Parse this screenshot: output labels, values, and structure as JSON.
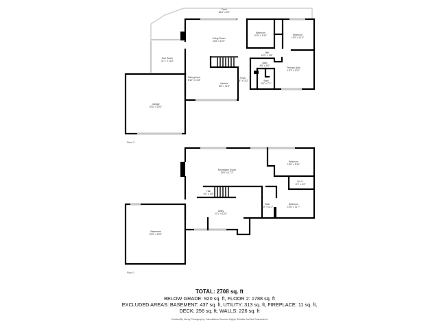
{
  "floors": [
    {
      "label": "Floor 2",
      "rooms": [
        {
          "name": "Deck",
          "dims": "26'6\" x 5'1\""
        },
        {
          "name": "Living Room",
          "dims": "21'8\" x 13'0\""
        },
        {
          "name": "Bedroom",
          "dims": "9'10\" x 9'11\""
        },
        {
          "name": "Bedroom",
          "dims": "10'0\" x 11'0\""
        },
        {
          "name": "Hall",
          "dims": "16'1\" x 3'8\""
        },
        {
          "name": "Bath",
          "dims": "8'8\" x 5'0\""
        },
        {
          "name": "Primary Bath",
          "dims": "13'3\" x 10'1\""
        },
        {
          "name": "Bath",
          "dims": "5'0\" x 7'2\""
        },
        {
          "name": "Sun Room",
          "dims": "11'1\" x 11'8\""
        },
        {
          "name": "Dining Area",
          "dims": "8'10\" x 10'8\""
        },
        {
          "name": "Foyer",
          "dims": "5'8\" x 11'2\""
        },
        {
          "name": "Kitchen",
          "dims": "9'8\" x 11'3\""
        },
        {
          "name": "Garage",
          "dims": "20'0\" x 20'0\""
        }
      ]
    },
    {
      "label": "Floor 1",
      "rooms": [
        {
          "name": "Recreation Room",
          "dims": "25'0\" x 17'2\""
        },
        {
          "name": "Bedroom",
          "dims": "13'0\" x 8'11\""
        },
        {
          "name": "W.I.C.",
          "dims": "8'1\" x 4'0\""
        },
        {
          "name": "Hall",
          "dims": "6'0\" x 3'8\""
        },
        {
          "name": "Bath",
          "dims": "5'2\" x 11'1\""
        },
        {
          "name": "Bedroom",
          "dims": "13'6\" x 11'7\""
        },
        {
          "name": "Utility",
          "dims": "27'1\" x 13'0\""
        },
        {
          "name": "Basement",
          "dims": "20'0\" x 20'0\""
        }
      ]
    }
  ],
  "summary": {
    "total": "TOTAL: 2708 sq. ft",
    "line1": "BELOW GRADE: 920 sq. ft, FLOOR 2: 1788 sq. ft",
    "line2": "EXCLUDED AREAS: BASEMENT: 437 sq. ft, UTILITY: 313 sq. ft, FIREPLACE: 11 sq. ft,",
    "line3": "DECK: 256 sq. ft, WALLS: 226 sq. ft",
    "credit": "Created By Nordy Photography. Calculations Deemed Highly Reliable But Not Guaranteed."
  }
}
